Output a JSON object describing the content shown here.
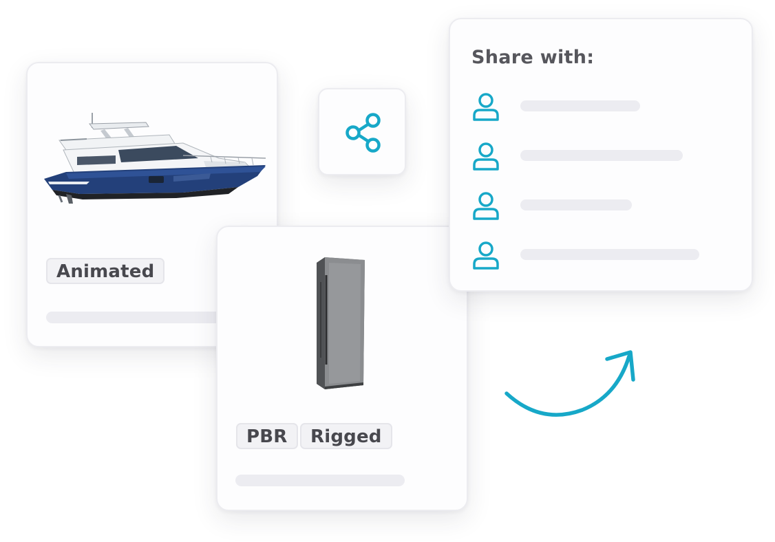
{
  "colors": {
    "accent": "#17a8c8",
    "tag_bg": "#f2f2f5",
    "tag_text": "#48484e",
    "placeholder": "#ececf1"
  },
  "boat_card": {
    "image": "yacht-illustration",
    "tags": [
      "Animated"
    ]
  },
  "share_button": {
    "icon": "share-icon"
  },
  "fridge_card": {
    "image": "refrigerator-illustration",
    "tags": [
      "PBR",
      "Rigged"
    ]
  },
  "share_panel": {
    "title": "Share with:",
    "user_icon": "user-icon",
    "users": 4
  },
  "arrow": {
    "icon": "curved-arrow-icon"
  }
}
